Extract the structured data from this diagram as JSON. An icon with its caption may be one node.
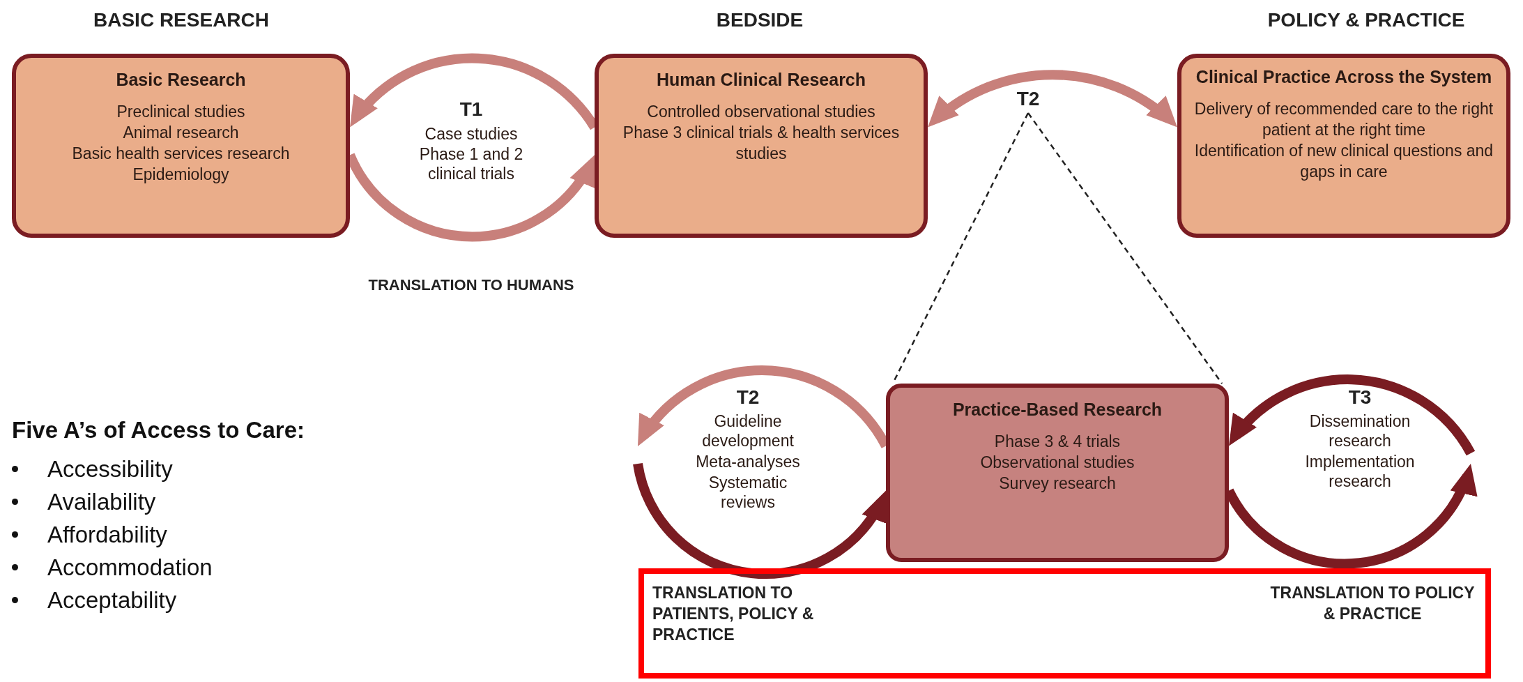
{
  "diagram": {
    "nodes": [
      {
        "text": [
          "Basic Research",
          "Preclinical studies",
          "Animal research",
          "Basic health services research",
          "Epidemiology"
        ]
      },
      {
        "text": [
          "Human Clinical Research",
          "Controlled observational studies",
          "Phase 3 clinical trials & health services studies"
        ]
      },
      {
        "text": [
          "Clinical Practice Across the System",
          "Delivery of recommended care to the right patient at the right time",
          "Identification of new clinical questions and gaps in care"
        ]
      },
      {
        "text": [
          "T2"
        ]
      },
      {
        "text": [
          "Practice-Based Research",
          "Phase 3 & 4 trials",
          "Observational studies",
          "Survey research"
        ]
      },
      {
        "text": [
          "TRANSLATION TO PATIENTS, POLICY & PRACTICE",
          "TRANSLATION TO POLICY & PRACTICE"
        ]
      }
    ],
    "edges": [
      {
        "from": 1,
        "to": 0,
        "arrow": "to"
      },
      {
        "from": 0,
        "to": 1,
        "arrow": "to"
      },
      {
        "from": 1,
        "to": 2,
        "arrow": "both"
      },
      {
        "from": 3,
        "to": 4,
        "arrow": "none",
        "style": "dashed",
        "color": "#222222"
      },
      {
        "from": 3,
        "to": 4,
        "arrow": "none",
        "style": "dashed",
        "color": "#222222"
      },
      {
        "from": 4,
        "to": null,
        "arrow": "to"
      },
      {
        "from": null,
        "to": 4,
        "arrow": "to",
        "color": "#7a1c22"
      },
      {
        "from": null,
        "to": 4,
        "arrow": "to",
        "color": "#7a1c22"
      },
      {
        "from": 4,
        "to": null,
        "arrow": "to",
        "color": "#7a1c22"
      }
    ],
    "labels": [
      "BASIC RESEARCH",
      "BEDSIDE",
      "POLICY & PRACTICE",
      "T1",
      "Case studies",
      "Phase 1 and 2 clinical trials",
      "TRANSLATION TO HUMANS",
      "Five A’s of Access to Care:",
      "Accessibility",
      "Availability",
      "Affordability",
      "Accommodation",
      "Acceptability",
      "T2",
      "Guideline development",
      "Meta-analyses",
      "Systematic reviews",
      "T3",
      "Dissemination research",
      "Implementation research"
    ]
  }
}
